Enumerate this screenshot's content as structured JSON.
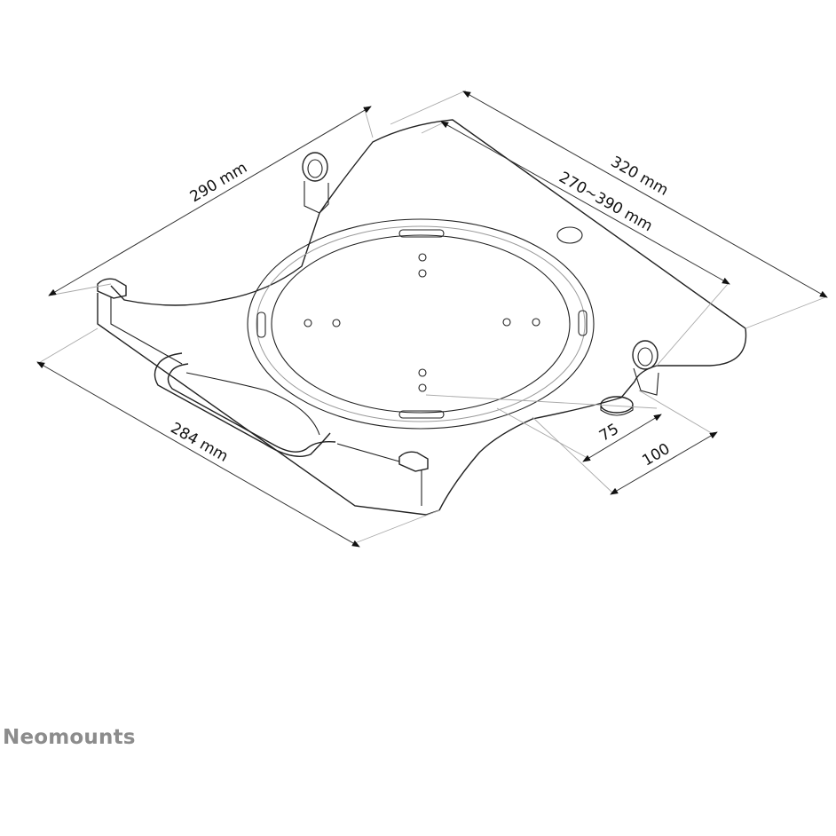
{
  "brand": {
    "name": "Neomounts"
  },
  "dimensions": {
    "width_outer": "320 mm",
    "width_adjustable": "270~390 mm",
    "depth": "290 mm",
    "front_width": "284 mm",
    "vesa_small": "75",
    "vesa_large": "100"
  },
  "icons": [
    "knob-icon",
    "cup-holder-icon",
    "handle-bar-icon",
    "vesa-hole-icon"
  ]
}
